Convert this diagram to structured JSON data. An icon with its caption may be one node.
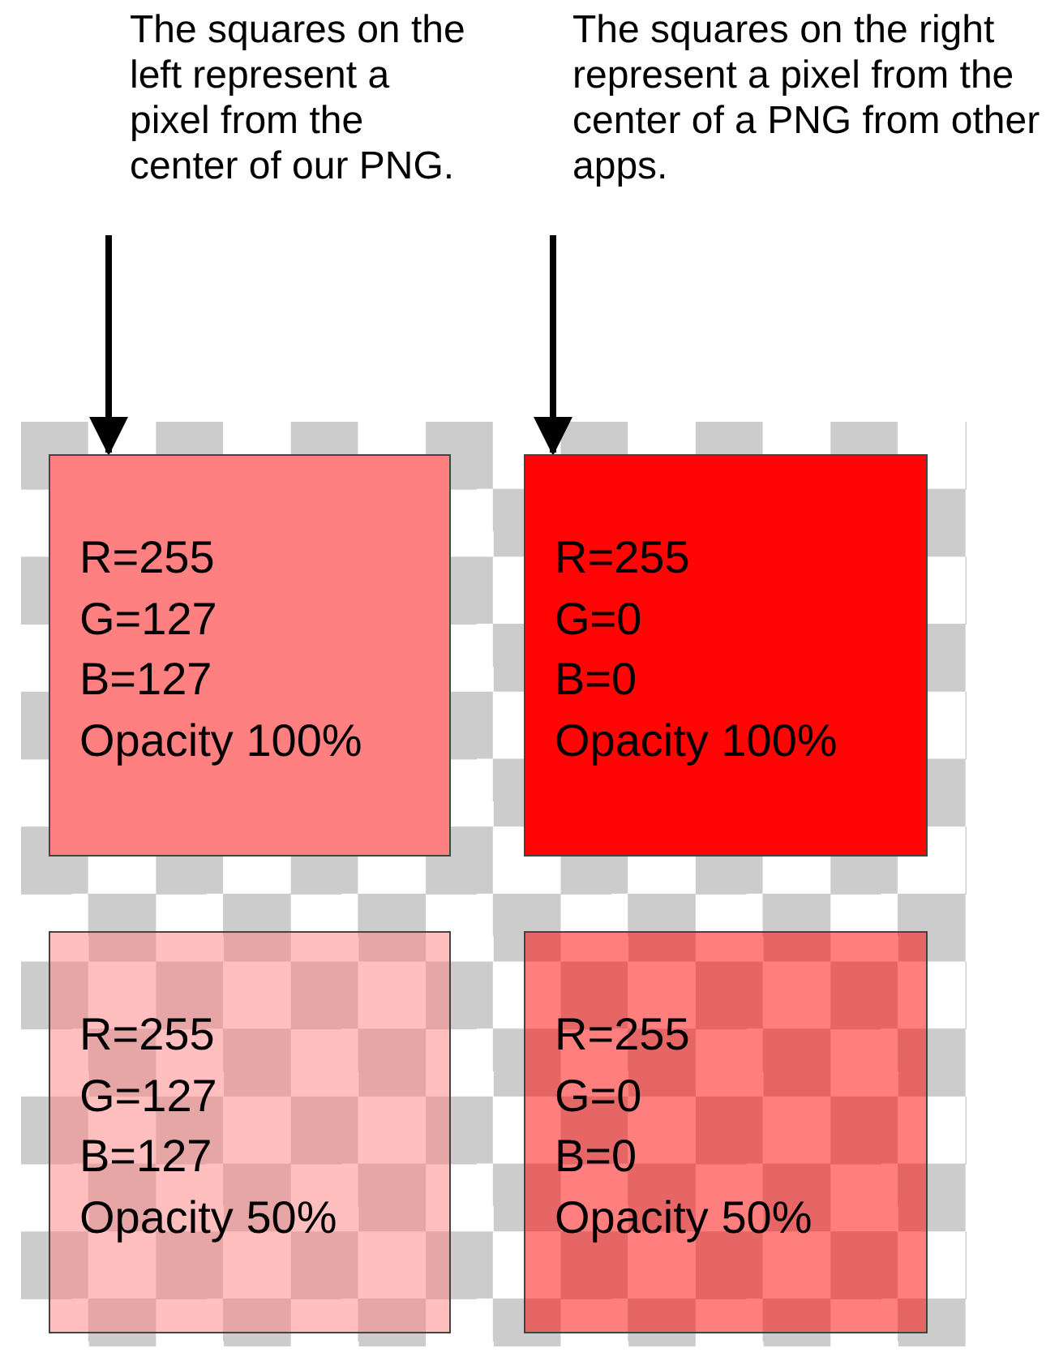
{
  "diagram": {
    "nodes": [
      {
        "text": [
          "The squares on the left represent a pixel from the center of our PNG."
        ]
      },
      {
        "text": [
          "The squares on the right represent a pixel from the center of a PNG from other apps."
        ]
      },
      {
        "text": [
          "R=255",
          "G=127",
          "B=127",
          "Opacity 100%"
        ]
      },
      {
        "text": [
          "R=255",
          "G=0",
          "B=0",
          "Opacity 100%"
        ]
      },
      {
        "text": [
          "R=255",
          "G=127",
          "B=127",
          "Opacity 50%"
        ]
      },
      {
        "text": [
          "R=255",
          "G=0",
          "B=0",
          "Opacity 50%"
        ]
      }
    ],
    "edges": [
      {
        "from": 0,
        "to": 2,
        "arrow": "to"
      },
      {
        "from": 1,
        "to": 3,
        "arrow": "to"
      }
    ]
  }
}
